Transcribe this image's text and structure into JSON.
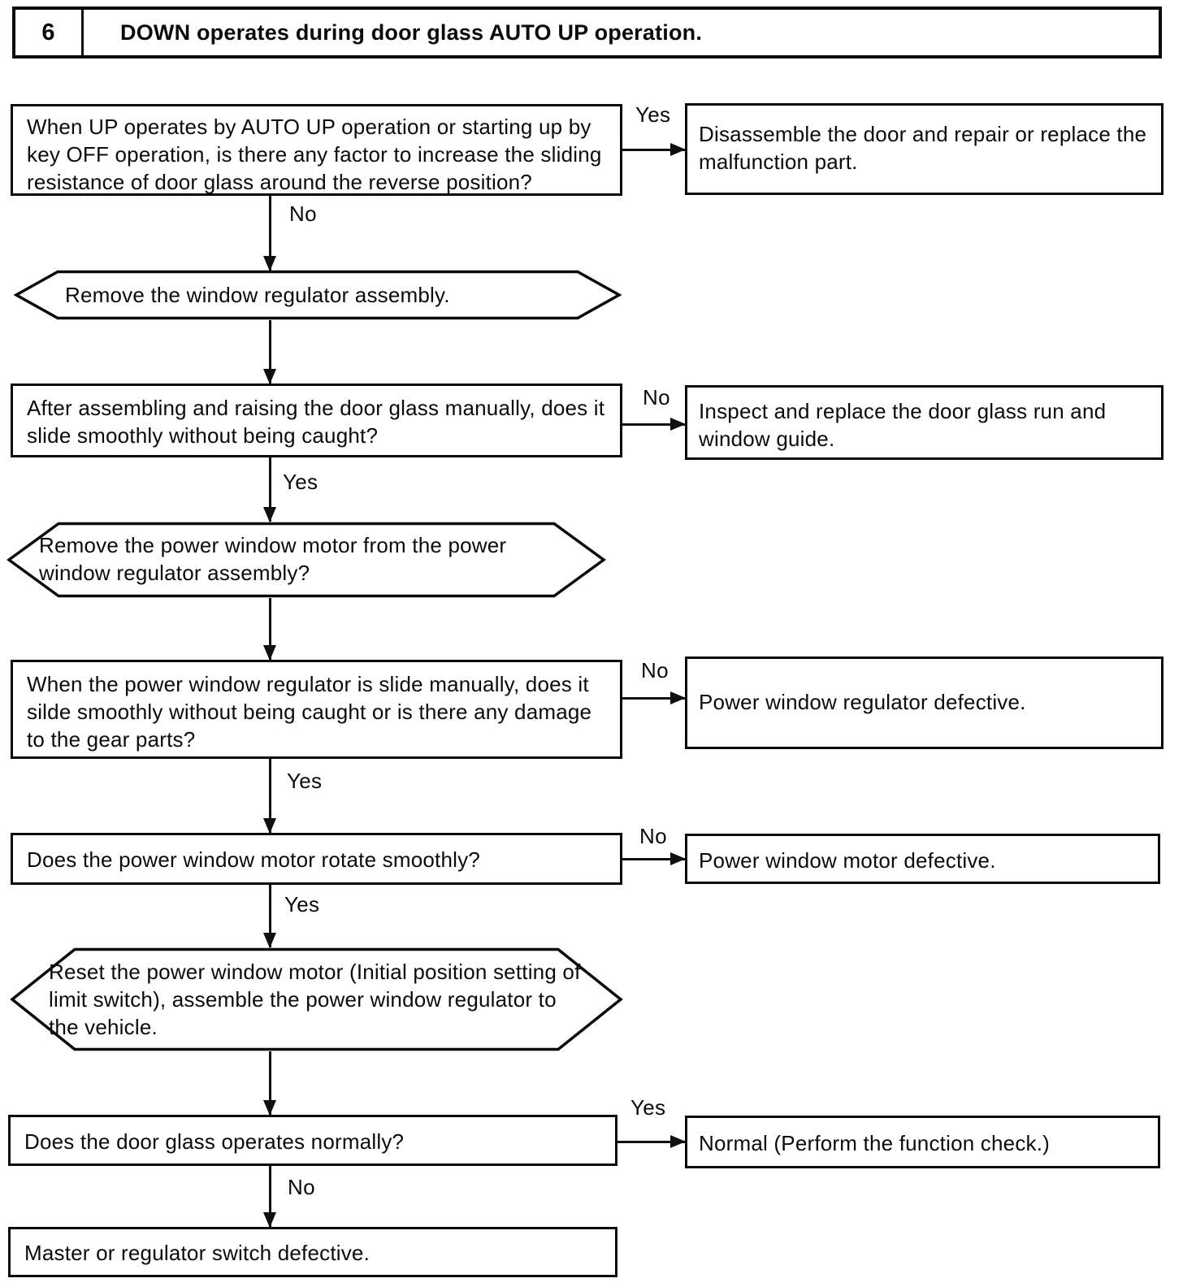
{
  "header": {
    "number": "6",
    "title": "DOWN operates during door glass AUTO UP operation."
  },
  "flow": {
    "q1": {
      "text": "When UP operates by AUTO UP operation or starting up by key OFF operation, is there any factor to increase the sliding resistance of door glass around the reverse position?",
      "yes": "Yes",
      "no": "No"
    },
    "r1": {
      "text": "Disassemble the door and repair or replace the malfunction part."
    },
    "p1": {
      "text": "Remove the window regulator assembly."
    },
    "q2": {
      "text": "After assembling and raising the door glass manually, does it slide smoothly without being caught?",
      "yes": "Yes",
      "no": "No"
    },
    "r2": {
      "text": "Inspect and replace the door glass run and window guide."
    },
    "p2": {
      "text": "Remove the power window motor from the power window regulator assembly?"
    },
    "q3": {
      "text": "When the power window regulator is slide manually, does it silde smoothly without being caught or is there any damage to the gear parts?",
      "yes": "Yes",
      "no": "No"
    },
    "r3": {
      "text": "Power window regulator defective."
    },
    "q4": {
      "text": "Does the power window motor rotate smoothly?",
      "yes": "Yes",
      "no": "No"
    },
    "r4": {
      "text": "Power window motor defective."
    },
    "p3": {
      "text": "Reset the power window motor (Initial position setting of limit switch), assemble the power window regulator to the vehicle."
    },
    "q5": {
      "text": "Does the door glass operates normally?",
      "yes": "Yes",
      "no": "No"
    },
    "r5": {
      "text": "Normal (Perform the function check.)"
    },
    "end": {
      "text": "Master or regulator switch defective."
    }
  }
}
